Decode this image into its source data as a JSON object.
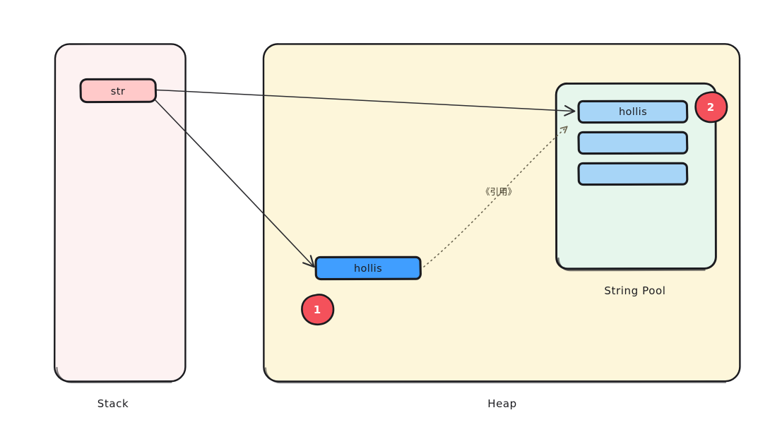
{
  "diagram": {
    "title_kind": "java-string-memory-diagram",
    "regions": [
      {
        "id": "stack",
        "label": "Stack",
        "fill": "#fdf2f2",
        "stroke": "#1b1b1f"
      },
      {
        "id": "heap",
        "label": "Heap",
        "fill": "#fdf6da",
        "stroke": "#1b1b1f"
      }
    ],
    "stack": {
      "variable_box": {
        "label": "str",
        "fill": "#ffc9c9",
        "stroke": "#1b1b1f"
      }
    },
    "heap": {
      "object_box": {
        "label": "hollis",
        "fill": "#409eff",
        "stroke": "#1b1b1f"
      },
      "badge": {
        "label": "1",
        "fill": "#f4515b",
        "text_color": "#ffffff"
      },
      "string_pool": {
        "label": "String Pool",
        "fill": "#e6f6ec",
        "stroke": "#1b1b1f",
        "badge": {
          "label": "2",
          "fill": "#f4515b",
          "text_color": "#ffffff"
        },
        "slots": [
          {
            "label": "hollis",
            "fill": "#a7d5f7"
          },
          {
            "label": "",
            "fill": "#a7d5f7"
          },
          {
            "label": "",
            "fill": "#a7d5f7"
          }
        ]
      }
    },
    "connectors": [
      {
        "id": "str-to-pool",
        "from": "str",
        "to": "string-pool-slot-1",
        "style": "solid",
        "label": ""
      },
      {
        "id": "str-to-heap-object",
        "from": "str",
        "to": "heap-object",
        "style": "solid",
        "label": ""
      },
      {
        "id": "heap-object-to-pool",
        "from": "heap-object",
        "to": "string-pool-slot-1",
        "style": "dotted",
        "label": "《引用》"
      }
    ]
  }
}
